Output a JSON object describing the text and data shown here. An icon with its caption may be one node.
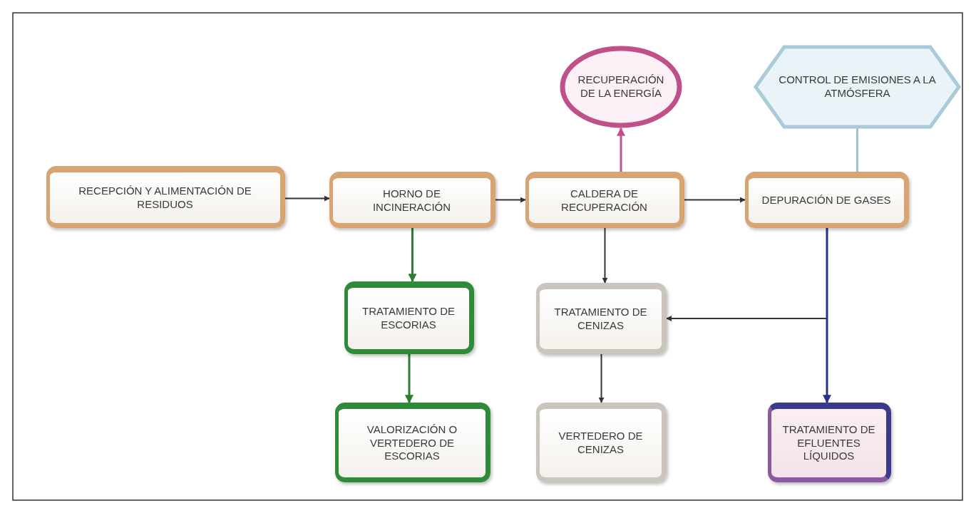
{
  "diagram": {
    "nodes": [
      {
        "text": [
          "RECUPERACIÓN DE LA ENERGÍA"
        ]
      },
      {
        "text": [
          "CONTROL DE EMISIONES A LA ATMÓSFERA"
        ]
      },
      {
        "text": [
          "RECEPCIÓN Y ALIMENTACIÓN DE RESIDUOS"
        ]
      },
      {
        "text": [
          "HORNO DE INCINERACIÓN"
        ]
      },
      {
        "text": [
          "CALDERA DE RECUPERACIÓN"
        ]
      },
      {
        "text": [
          "DEPURACIÓN DE GASES"
        ]
      },
      {
        "text": [
          "TRATAMIENTO DE ESCORIAS"
        ]
      },
      {
        "text": [
          "TRATAMIENTO DE CENIZAS"
        ]
      },
      {
        "text": [
          "VALORIZACIÓN O VERTEDERO DE ESCORIAS"
        ]
      },
      {
        "text": [
          "VERTEDERO DE CENIZAS"
        ]
      },
      {
        "text": [
          "TRATAMIENTO DE EFLUENTES LÍQUIDOS"
        ]
      }
    ],
    "edges": [
      {
        "from": 2,
        "to": 3,
        "arrow": "to"
      },
      {
        "from": 3,
        "to": 4,
        "arrow": "to"
      },
      {
        "from": 4,
        "to": 5,
        "arrow": "to"
      },
      {
        "from": 4,
        "to": 0,
        "arrow": "to",
        "color": "#c0508a"
      },
      {
        "from": 1,
        "to": 5,
        "arrow": "none",
        "color": "#9fc3d3"
      },
      {
        "from": 3,
        "to": 6,
        "arrow": "to",
        "color": "#2e7d32"
      },
      {
        "from": 6,
        "to": 8,
        "arrow": "to",
        "color": "#2e7d32"
      },
      {
        "from": 4,
        "to": 7,
        "arrow": "to"
      },
      {
        "from": 7,
        "to": 9,
        "arrow": "to"
      },
      {
        "from": 5,
        "to": 7,
        "arrow": "to"
      },
      {
        "from": 5,
        "to": 10,
        "arrow": "to",
        "color": "#2b2f8a"
      }
    ]
  }
}
